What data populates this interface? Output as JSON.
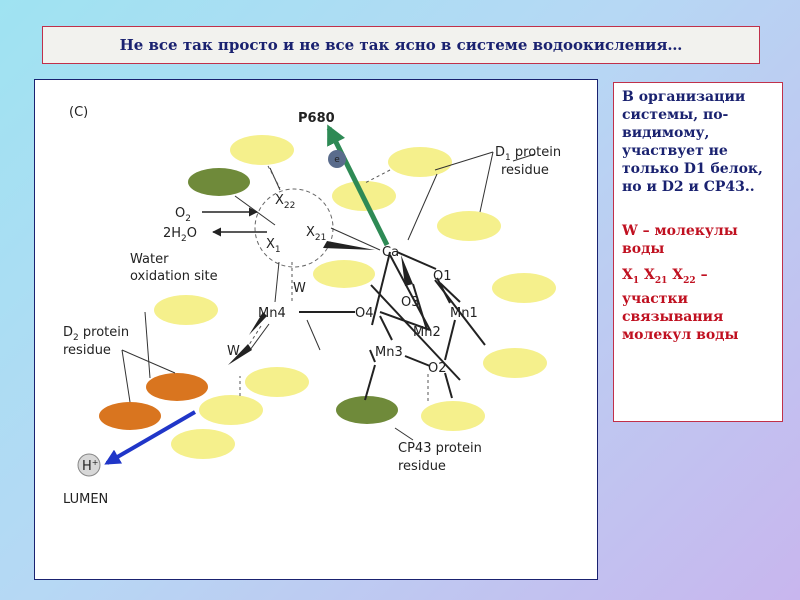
{
  "slide": {
    "title": "Не все так просто и не все так ясно в системе водоокисления…"
  },
  "diagram": {
    "panel_label": "(C)",
    "p680": "P680",
    "electron": "e",
    "o2": "O",
    "o2_sub": "2",
    "h2o": "2H",
    "h2o_sub": "2",
    "h2o_tail": "O",
    "x22": "X",
    "x22_sub": "22",
    "x21": "X",
    "x21_sub": "21",
    "x1": "X",
    "x1_sub": "1",
    "ca": "Ca",
    "o1": "O1",
    "o2_atom": "O2",
    "o3": "O3",
    "o4": "O4",
    "mn1": "Mn1",
    "mn2": "Mn2",
    "mn3": "Mn3",
    "mn4": "Mn4",
    "w_upper": "W",
    "w_lower": "W",
    "water_site_line1": "Water",
    "water_site_line2": "oxidation site",
    "d1_line1": "D",
    "d1_sub": "1",
    "d1_tail": " protein",
    "d1_line2": "residue",
    "d2_line1": "D",
    "d2_sub": "2",
    "d2_tail": " protein",
    "d2_line2": "residue",
    "cp43_line1": "CP43 protein",
    "cp43_line2": "residue",
    "proton": "H",
    "proton_sup": "+",
    "lumen": "LUMEN"
  },
  "side_panel": {
    "paragraph1": "В организации системы, по-видимому, участвует не только D1 белок, но и D2 и CP43..",
    "w_letter": "W",
    "w_rest": " – молекулы воды",
    "x": "X",
    "sub1": "1",
    "sub21": "21",
    "sub22": "22",
    "x_rest": " – участки связывания молекул воды"
  },
  "colors": {
    "residue_yellow": "#f5f08c",
    "residue_olive": "#6f8a3a",
    "residue_orange": "#d9751f",
    "arrow_green": "#2e8a55",
    "arrow_blue": "#2036c8",
    "title_text": "#1a2270",
    "red_text": "#c01020"
  }
}
